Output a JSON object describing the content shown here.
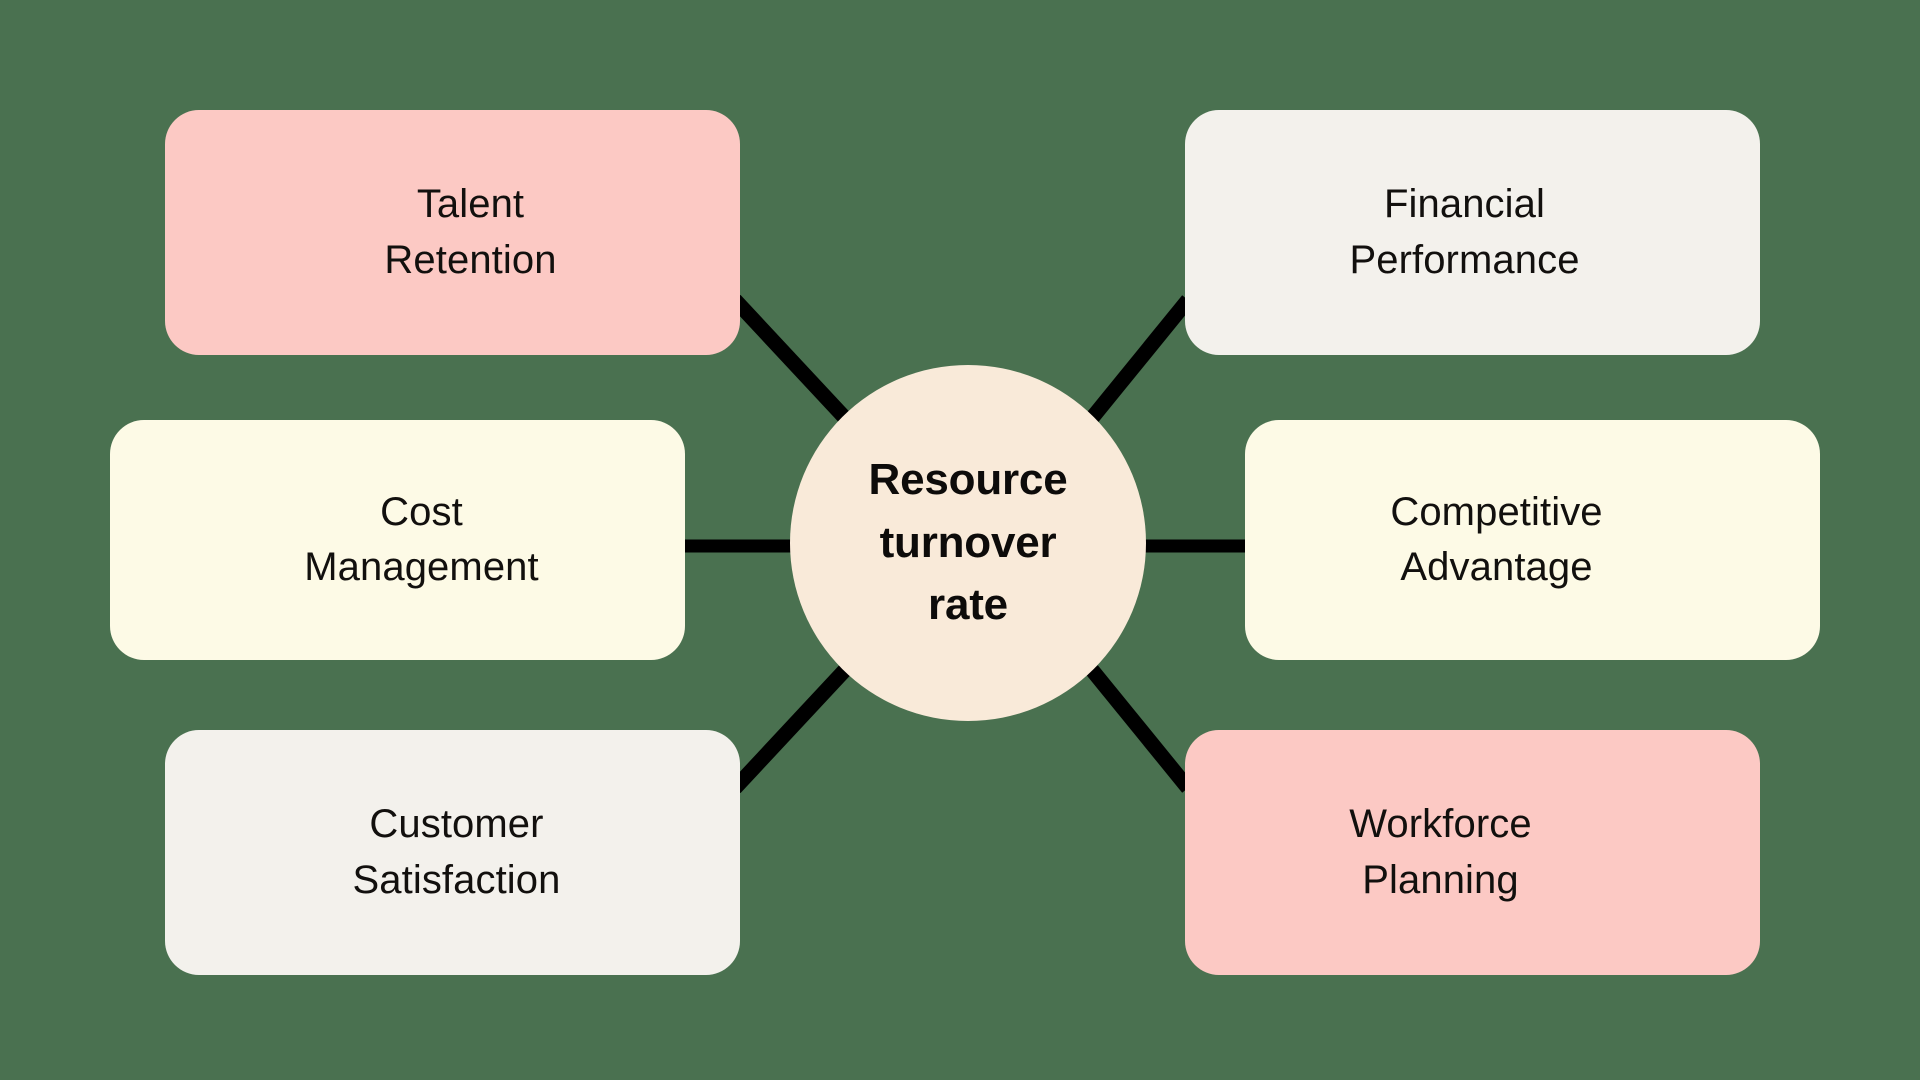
{
  "diagram": {
    "type": "hub-and-spoke",
    "background_color": "#4a7150",
    "center": {
      "label": "Resource\nturnover\nrate",
      "shape": "circle",
      "fill_color": "#f9ead9"
    },
    "nodes": [
      {
        "id": "talent-retention",
        "label": "Talent\nRetention",
        "side": "left",
        "row": "top",
        "fill_color": "#fcc9c4",
        "connector": "diagonal"
      },
      {
        "id": "cost-management",
        "label": "Cost\nManagement",
        "side": "left",
        "row": "middle",
        "fill_color": "#fdfae6",
        "connector": "horizontal"
      },
      {
        "id": "customer-satisfaction",
        "label": "Customer\nSatisfaction",
        "side": "left",
        "row": "bottom",
        "fill_color": "#f3f1ec",
        "connector": "diagonal"
      },
      {
        "id": "financial-performance",
        "label": "Financial\nPerformance",
        "side": "right",
        "row": "top",
        "fill_color": "#f3f1ec",
        "connector": "diagonal"
      },
      {
        "id": "competitive-advantage",
        "label": "Competitive\nAdvantage",
        "side": "right",
        "row": "middle",
        "fill_color": "#fdfae6",
        "connector": "horizontal"
      },
      {
        "id": "workforce-planning",
        "label": "Workforce\nPlanning",
        "side": "right",
        "row": "bottom",
        "fill_color": "#fcc9c4",
        "connector": "diagonal"
      }
    ],
    "connector_color": "#000000"
  }
}
